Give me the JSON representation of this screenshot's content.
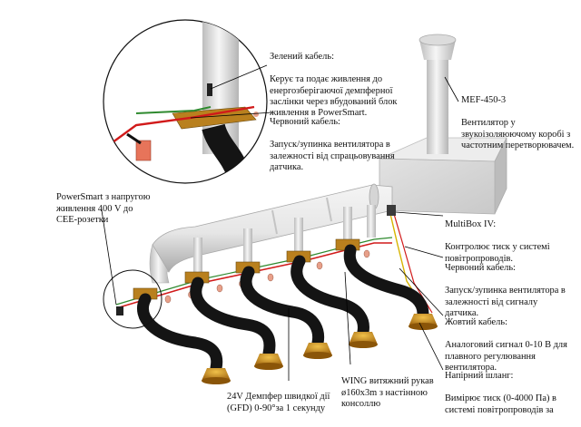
{
  "labels": {
    "green_cable": {
      "title": "Зелений кабель:",
      "text": "Керує та подає живлення до\nенергозберігаючої демпферної\nзаслінки через вбудований блок\nживлення в PowerSmart."
    },
    "red_cable_top": {
      "title": "Червоний кабель:",
      "text": "Запуск/зупинка вентилятора в\nзалежності від спрацьовування\nдатчика."
    },
    "fan": {
      "title": "MEF-450-3",
      "text": "Вентилятор у\nзвукоізоляюючому коробі з\nчастотним перетворювачем."
    },
    "powersmart": {
      "text": "PowerSmart з напругою\nживлення 400 V до\nCEE-розетки"
    },
    "multibox": {
      "title": "MultiBox IV:",
      "text": "Контролює тиск у системі\nповітропроводів."
    },
    "red_cable_right": {
      "title": "Червоний кабель:",
      "text": "Запуск/зупинка вентилятора в\nзалежності від сигналу\nдатчика."
    },
    "yellow_cable": {
      "title": "Жовтий кабель:",
      "text": "Аналоговий сигнал 0-10 В для\nплавного регулювання\nвентилятора."
    },
    "pressure_hose": {
      "title": "Напірний шланг:",
      "text": "Вимірює тиск (0-4000 Па) в\nсистемі повітропроводів за"
    },
    "damper": {
      "text": "24V Демпфер швидкої дії\n(GFD) 0-90°за 1 секунду"
    },
    "wing": {
      "text": "WING витяжний рукав\nø160x3m з настінною\nконсоллю"
    }
  },
  "colors": {
    "duct": "#e4e4e4",
    "duct_shadow": "#b9b9b9",
    "hose": "#141414",
    "hood": "#c98a1a",
    "damper": "#b9801e",
    "red_cable": "#d11a1a",
    "green_cable": "#2f8a2f",
    "yellow_cable": "#d7b400",
    "leader": "#000000"
  }
}
